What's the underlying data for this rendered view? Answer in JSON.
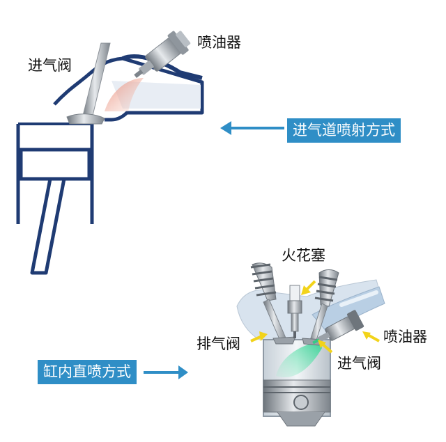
{
  "port_injection": {
    "caption": "进气道喷射方式",
    "intake_valve_label": "进气阀",
    "injector_label": "喷油器"
  },
  "direct_injection": {
    "caption": "缸内直喷方式",
    "spark_plug_label": "火花塞",
    "exhaust_valve_label": "排气阀",
    "intake_valve_label": "进气阀",
    "injector_label": "喷油器"
  },
  "colors": {
    "outline": "#1f3b73",
    "caption_bg": "#2f8ec6",
    "arrow": "#2f8ec6",
    "pointer": "#f2d31a",
    "metal": "#9aa1a8",
    "spray_pink": "#e98b78",
    "spray_green": "#2ecf8f"
  }
}
